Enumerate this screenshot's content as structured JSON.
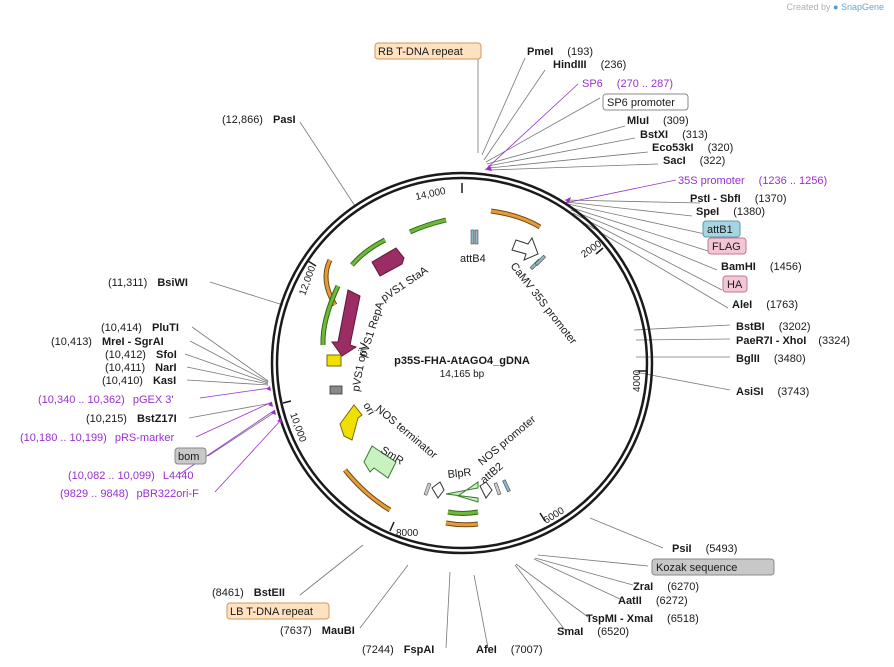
{
  "watermark": {
    "prefix": "Created by",
    "brand": "SnapGene"
  },
  "plasmid": {
    "name": "p35S-FHA-AtAGO4_gDNA",
    "size_label": "14,165 bp"
  },
  "ruler": [
    "2000",
    "4000",
    "6000",
    "8000",
    "10,000",
    "12,000",
    "14,000"
  ],
  "sites": [
    {
      "name": "PmeI",
      "pos": "(193)"
    },
    {
      "name": "HindIII",
      "pos": "(236)"
    },
    {
      "name": "MluI",
      "pos": "(309)"
    },
    {
      "name": "BstXI",
      "pos": "(313)"
    },
    {
      "name": "Eco53kI",
      "pos": "(320)"
    },
    {
      "name": "SacI",
      "pos": "(322)"
    },
    {
      "name": "PstI  -  SbfI",
      "pos": "(1370)"
    },
    {
      "name": "SpeI",
      "pos": "(1380)"
    },
    {
      "name": "BamHI",
      "pos": "(1456)"
    },
    {
      "name": "AleI",
      "pos": "(1763)"
    },
    {
      "name": "BstBI",
      "pos": "(3202)"
    },
    {
      "name": "PaeR7I  -  XhoI",
      "pos": "(3324)"
    },
    {
      "name": "BglII",
      "pos": "(3480)"
    },
    {
      "name": "AsiSI",
      "pos": "(3743)"
    },
    {
      "name": "PsiI",
      "pos": "(5493)"
    },
    {
      "name": "ZraI",
      "pos": "(6270)"
    },
    {
      "name": "AatII",
      "pos": "(6272)"
    },
    {
      "name": "TspMI  -  XmaI",
      "pos": "(6518)"
    },
    {
      "name": "SmaI",
      "pos": "(6520)"
    },
    {
      "name": "AfeI",
      "pos": "(7007)"
    },
    {
      "name": "FspAI",
      "pos": "(7244)"
    },
    {
      "name": "MauBI",
      "pos": "(7637)"
    },
    {
      "name": "BstEII",
      "pos": "(8461)"
    },
    {
      "name": "PasI",
      "pos": "(12,866)"
    },
    {
      "name": "BsiWI",
      "pos": "(11,311)"
    },
    {
      "name": "PluTI",
      "pos": "(10,414)"
    },
    {
      "name": "MreI  -  SgrAI",
      "pos": "(10,413)"
    },
    {
      "name": "SfoI",
      "pos": "(10,412)"
    },
    {
      "name": "NarI",
      "pos": "(10,411)"
    },
    {
      "name": "KasI",
      "pos": "(10,410)"
    },
    {
      "name": "BstZ17I",
      "pos": "(10,215)"
    }
  ],
  "primers": [
    {
      "name": "SP6",
      "range": "(270 .. 287)"
    },
    {
      "name": "35S promoter",
      "range": "(1236 .. 1256)"
    },
    {
      "name": "pGEX 3'",
      "range": "(10,340 .. 10,362)"
    },
    {
      "name": "pRS-marker",
      "range": "(10,180 .. 10,199)"
    },
    {
      "name": "L4440",
      "range": "(10,082 .. 10,099)"
    },
    {
      "name": "pBR322ori-F",
      "range": "(9829 .. 9848)"
    }
  ],
  "feature_boxes": {
    "rb": "RB T-DNA repeat",
    "sp6": "SP6 promoter",
    "attb1": "attB1",
    "flag": "FLAG",
    "ha": "HA",
    "kozak": "Kozak sequence",
    "lb": "LB T-DNA repeat",
    "bom": "bom"
  },
  "features": {
    "attB4": "attB4",
    "camv": "CaMV 35S promoter",
    "pvs1_staa": "pVS1 StaA",
    "pvs1_repa": "pVS1 RepA",
    "pvs1_oriv": "pVS1 oriV",
    "ori": "ori",
    "nos_term": "NOS terminator",
    "smr": "SmR",
    "blpr": "BlpR",
    "nos_prom": "NOS promoter",
    "attB2": "attB2"
  },
  "colors": {
    "backbone": "#1a1a1a",
    "primer": "#9a2fd0",
    "orange_arrow": "#e69a3a",
    "green_arrow": "#6fb83c",
    "promoter_fill": "#ffffff",
    "repa_fill": "#9b2d64",
    "ori_fill": "#f0e000",
    "marker_fill": "#c8f2c0",
    "rb_box": "#ffe2c2",
    "attb_box": "#a8d4e0",
    "tag_box": "#f3c6d6",
    "gray_box": "#c8c8c8"
  }
}
